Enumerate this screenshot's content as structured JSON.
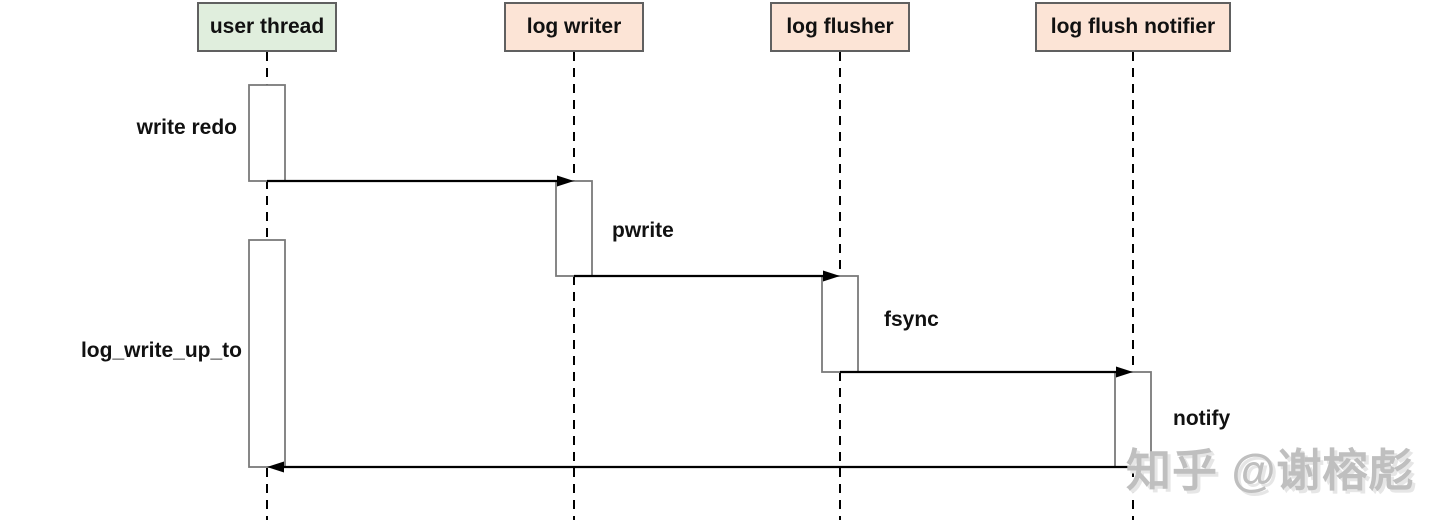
{
  "diagram": {
    "kind": "uml-sequence-diagram",
    "actors": [
      {
        "id": "user-thread",
        "label": "user thread",
        "fill": "#e0eedd"
      },
      {
        "id": "log-writer",
        "label": "log writer",
        "fill": "#fce4d6"
      },
      {
        "id": "log-flusher",
        "label": "log flusher",
        "fill": "#fce4d6"
      },
      {
        "id": "log-flush-notifier",
        "label": "log flush notifier",
        "fill": "#fce4d6"
      }
    ],
    "activations": [
      {
        "actor": "user thread",
        "label": "write redo"
      },
      {
        "actor": "log writer",
        "label": "pwrite"
      },
      {
        "actor": "log flusher",
        "label": "fsync"
      },
      {
        "actor": "log flush notifier",
        "label": "notify"
      },
      {
        "actor": "user thread",
        "label": "log_write_up_to"
      }
    ],
    "colors": {
      "line": "#000000",
      "actor_border": "#606060",
      "activation_border": "#7a7a7a",
      "activation_fill": "#ffffff",
      "watermark_gray": "#bfbfbf"
    },
    "watermark": "知乎 @谢榕彪"
  }
}
